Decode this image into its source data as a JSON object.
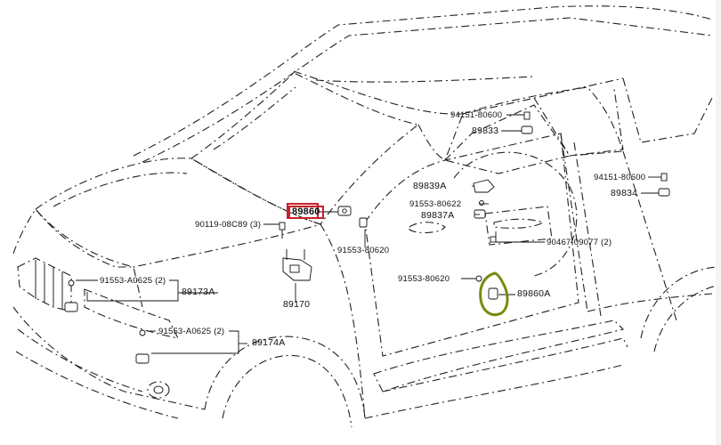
{
  "diagram": {
    "title": "Door / hood courtesy switch parts layout",
    "highlight_color": "#c8202a",
    "circle_color": "#7a8a10",
    "labels": {
      "p94151_80600_top": "94151-80600",
      "p89833": "89833",
      "p89839A": "89839A",
      "p91553_80622": "91553-80622",
      "p89837A": "89837A",
      "p94151_80600_right": "94151-80600",
      "p89834": "89834",
      "p90467_09077": "90467-09077 (2)",
      "p89860": "89860",
      "p90119_08C89": "90119-08C89 (3)",
      "p91553_80620_mid": "91553-80620",
      "p91553_A0625_a": "91553-A0625 (2)",
      "p89173A": "89173A",
      "p89170": "89170",
      "p91553_80620_low": "91553-80620",
      "p89860A": "89860A",
      "p91553_A0625_b": "91553-A0625 (2)",
      "p89174A": "89174A"
    }
  }
}
